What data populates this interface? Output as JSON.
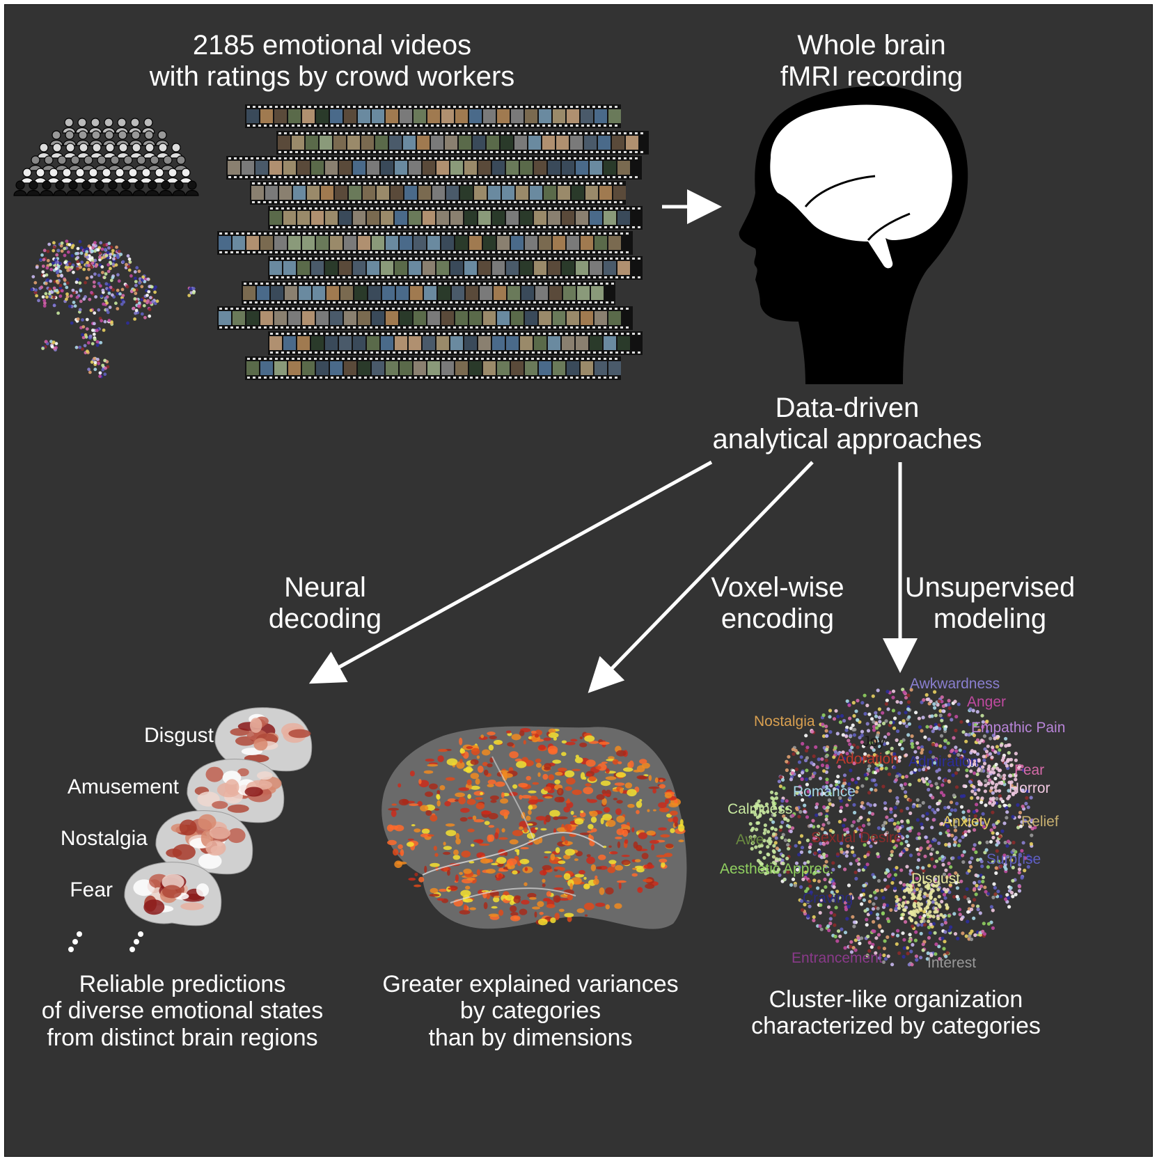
{
  "top_left": {
    "title_line1": "2185 emotional videos",
    "title_line2": "with ratings by crowd workers"
  },
  "top_right": {
    "title_line1": "Whole brain",
    "title_line2": "fMRI recording"
  },
  "center": {
    "line1": "Data-driven",
    "line2": "analytical approaches"
  },
  "branches": {
    "decoding": {
      "line1": "Neural",
      "line2": "decoding"
    },
    "encoding": {
      "line1": "Voxel-wise",
      "line2": "encoding"
    },
    "unsupervised": {
      "line1": "Unsupervised",
      "line2": "modeling"
    }
  },
  "decoding_brains": [
    "Disgust",
    "Amusement",
    "Nostalgia",
    "Fear"
  ],
  "results": {
    "left": [
      "Reliable predictions",
      "of diverse emotional states",
      "from distinct brain regions"
    ],
    "middle": [
      "Greater explained variances",
      "by categories",
      "than by dimensions"
    ],
    "right": [
      "Cluster-like organization",
      "characterized by categories"
    ]
  },
  "cluster_labels": [
    {
      "text": "Awkwardness",
      "color": "#8a7fd0"
    },
    {
      "text": "Anger",
      "color": "#c04aa0"
    },
    {
      "text": "Nostalgia",
      "color": "#d9a050"
    },
    {
      "text": "Empathic Pain",
      "color": "#b884d8"
    },
    {
      "text": "Joy",
      "color": "#1a1a1a"
    },
    {
      "text": "Adoration",
      "color": "#c0392b"
    },
    {
      "text": "Admiration",
      "color": "#2c2c9a"
    },
    {
      "text": "Fear",
      "color": "#d46aa8"
    },
    {
      "text": "Romance",
      "color": "#a8d8e8"
    },
    {
      "text": "Horror",
      "color": "#f0c8e0"
    },
    {
      "text": "Calmness",
      "color": "#c8e8a0"
    },
    {
      "text": "Anxiety",
      "color": "#e8d060"
    },
    {
      "text": "Relief",
      "color": "#c8b070"
    },
    {
      "text": "Awe",
      "color": "#6a8a40"
    },
    {
      "text": "Sexual Desire",
      "color": "#8b2a2a"
    },
    {
      "text": "Aesthetic Apprec.",
      "color": "#90d060"
    },
    {
      "text": "Surprise",
      "color": "#6060c0"
    },
    {
      "text": "Disgust",
      "color": "#e8e8a0"
    },
    {
      "text": "Craving",
      "color": "#2a2a80"
    },
    {
      "text": "Entrancement",
      "color": "#8a3a8a"
    },
    {
      "text": "Interest",
      "color": "#999999"
    }
  ],
  "colors": {
    "background": "#333333",
    "text": "#ffffff",
    "arrow": "#ffffff",
    "brain_map_hot": "#f5e030",
    "brain_map_red": "#cc2a1a"
  }
}
